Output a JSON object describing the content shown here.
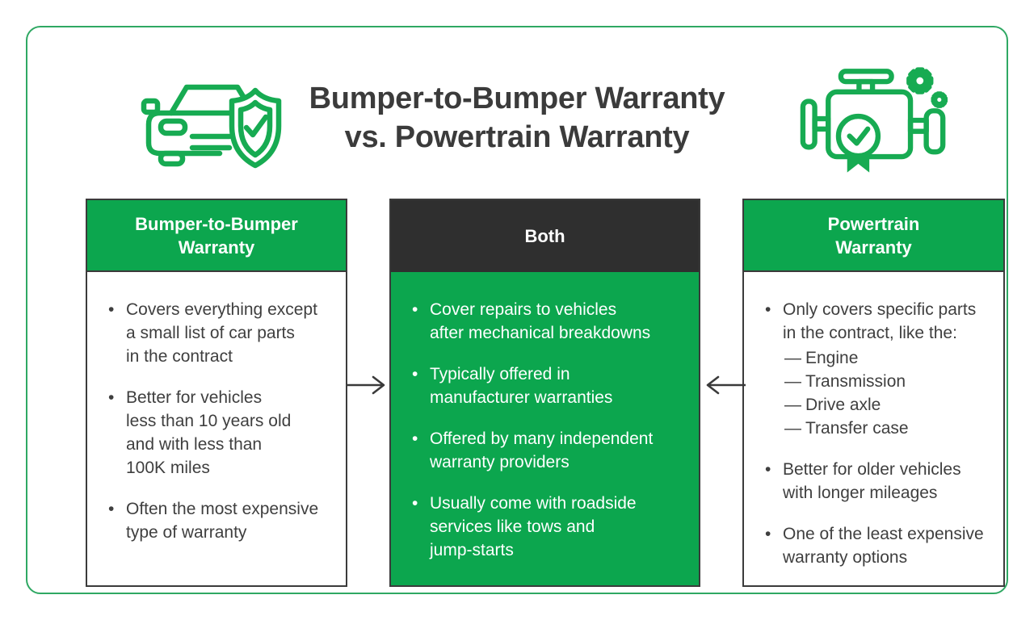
{
  "title": {
    "line1": "Bumper-to-Bumper Warranty",
    "line2": "vs. Powertrain Warranty"
  },
  "ui": {
    "bullet": "•",
    "dash": "—"
  },
  "icons": {
    "left": "car-with-shield-check",
    "right": "engine-with-gears-and-badge"
  },
  "colors": {
    "green": "#0ca64e",
    "icon_green": "#17ab52",
    "border_green": "#2fa863",
    "dark_header": "#2f2f2f",
    "panel_border": "#3b3b3b",
    "title_text": "#3b3b3b",
    "body_text": "#3f3f3f",
    "arrow": "#3a3a3a"
  },
  "columns": {
    "left": {
      "header": "Bumper-to-Bumper\nWarranty",
      "items": [
        {
          "text": "Covers everything except\na small list of car parts\nin the contract"
        },
        {
          "text": "Better for vehicles\nless than 10 years old\nand with less than\n100K miles"
        },
        {
          "text": "Often the most expensive\ntype of warranty"
        }
      ]
    },
    "middle": {
      "header": "Both",
      "items": [
        {
          "text": "Cover repairs to vehicles\nafter mechanical breakdowns"
        },
        {
          "text": "Typically offered in\nmanufacturer warranties"
        },
        {
          "text": "Offered by many independent\nwarranty providers"
        },
        {
          "text": "Usually come with roadside\nservices like tows and\njump-starts"
        }
      ]
    },
    "right": {
      "header": "Powertrain\nWarranty",
      "items": [
        {
          "text": "Only covers specific parts\nin the contract, like the:",
          "subs": [
            "Engine",
            "Transmission",
            "Drive axle",
            "Transfer case"
          ]
        },
        {
          "text": "Better for older vehicles\nwith longer mileages"
        },
        {
          "text": "One of the least expensive\nwarranty options"
        }
      ]
    }
  }
}
